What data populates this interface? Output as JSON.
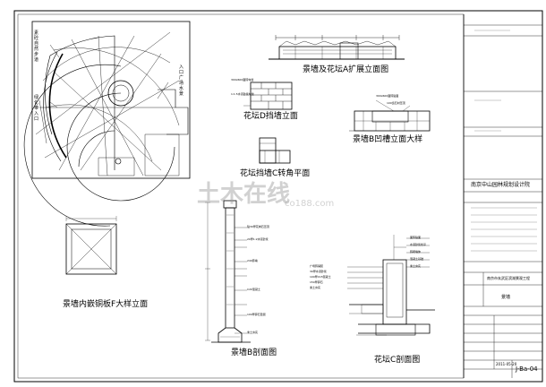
{
  "drawing_titles": {
    "elevation_a": "景墙及花坛A扩展立面图",
    "wall_d": "花坛D挡墙立面",
    "groove_b": "景墙B凹槽立面大样",
    "corner_c": "花坛挡墙C转角平面",
    "panel_f": "景墙内嵌铜板F大样立面",
    "section_b": "景墙B剖面图",
    "section_c": "花坛C剖面图"
  },
  "plan_labels": {
    "left_top": "素砼自然步道",
    "left_mid": "绿化带入口",
    "right": "入口广场水景"
  },
  "notes": {
    "wall_d": [
      "300x600面砖勾缝",
      "1:1.5水泥砂浆勾缝"
    ],
    "groove_b": [
      "300x600面砖贴面",
      "100宽石材压顶"
    ],
    "section_b": [
      "贴30厚花岗石压顶",
      "20厚1:2水泥砂浆",
      "240砖墙",
      "C20混凝土",
      "100厚碎石垫层",
      "素土夯实"
    ],
    "section_c": [
      "广场砖铺装",
      "30厚水泥砂浆",
      "100厚C15混凝土",
      "150厚碎石",
      "素土夯实"
    ],
    "section_c_right": [
      "面砖贴面",
      "水泥砂浆找平",
      "砖砌墙体",
      "混凝土基础",
      "素土夯实"
    ]
  },
  "title_block": {
    "company": "南京中山园林规划设计院",
    "project": "南京市玄武区滨湖景观工程",
    "drawing_name": "景墙",
    "drawing_no": "J-Ba-04",
    "date": "2011-05-20"
  },
  "watermark": {
    "cn": "土木在线",
    "en": "co188.com"
  }
}
